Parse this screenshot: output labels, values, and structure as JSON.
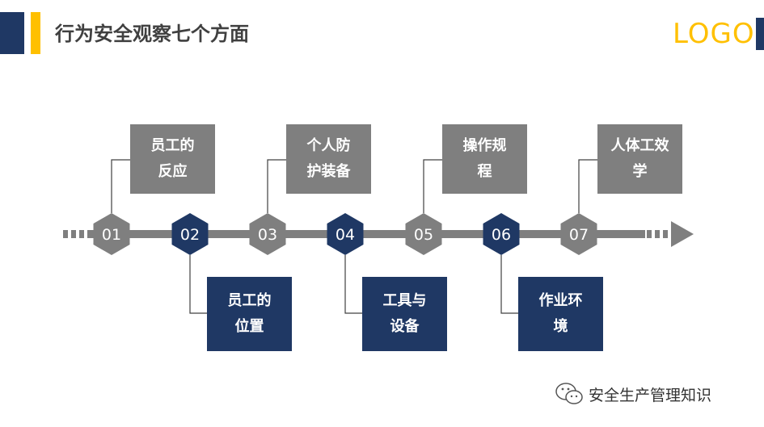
{
  "header": {
    "title": "行为安全观察七个方面",
    "logo": "LOGO"
  },
  "colors": {
    "navy": "#1f3864",
    "gray": "#7f7f7f",
    "accent": "#ffc000",
    "line": "#7f7f7f"
  },
  "steps": [
    {
      "num": "01",
      "label_line1": "员工的",
      "label_line2": "反应",
      "style": "gray",
      "position": "top"
    },
    {
      "num": "02",
      "label_line1": "员工的",
      "label_line2": "位置",
      "style": "navy",
      "position": "bottom"
    },
    {
      "num": "03",
      "label_line1": "个人防",
      "label_line2": "护装备",
      "style": "gray",
      "position": "top"
    },
    {
      "num": "04",
      "label_line1": "工具与",
      "label_line2": "设备",
      "style": "navy",
      "position": "bottom"
    },
    {
      "num": "05",
      "label_line1": "操作规",
      "label_line2": "程",
      "style": "gray",
      "position": "top"
    },
    {
      "num": "06",
      "label_line1": "作业环",
      "label_line2": "境",
      "style": "navy",
      "position": "bottom"
    },
    {
      "num": "07",
      "label_line1": "人体工效",
      "label_line2": "学",
      "style": "gray",
      "position": "top"
    }
  ],
  "watermark": {
    "text": "安全生产管理知识",
    "icon": "wechat-icon"
  }
}
